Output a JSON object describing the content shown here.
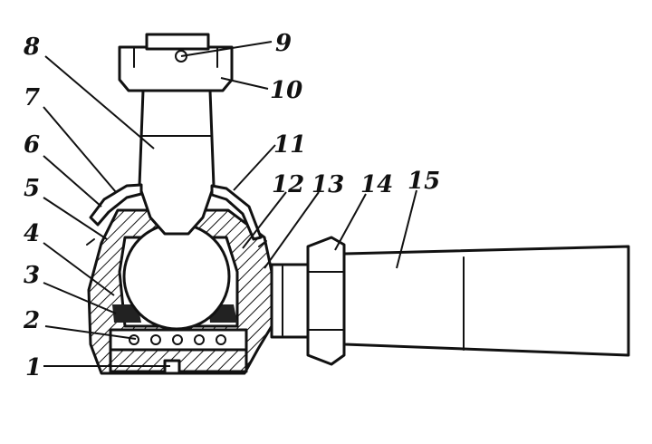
{
  "callouts": [
    {
      "id": "1",
      "text": "1"
    },
    {
      "id": "2",
      "text": "2"
    },
    {
      "id": "3",
      "text": "3"
    },
    {
      "id": "4",
      "text": "4"
    },
    {
      "id": "5",
      "text": "5"
    },
    {
      "id": "6",
      "text": "6"
    },
    {
      "id": "7",
      "text": "7"
    },
    {
      "id": "8",
      "text": "8"
    },
    {
      "id": "9",
      "text": "9"
    },
    {
      "id": "10",
      "text": "10"
    },
    {
      "id": "11",
      "text": "11"
    },
    {
      "id": "12",
      "text": "12"
    },
    {
      "id": "13",
      "text": "13"
    },
    {
      "id": "14",
      "text": "14"
    },
    {
      "id": "15",
      "text": "15"
    }
  ],
  "colors": {
    "ink": "#111111",
    "paper": "#ffffff"
  }
}
